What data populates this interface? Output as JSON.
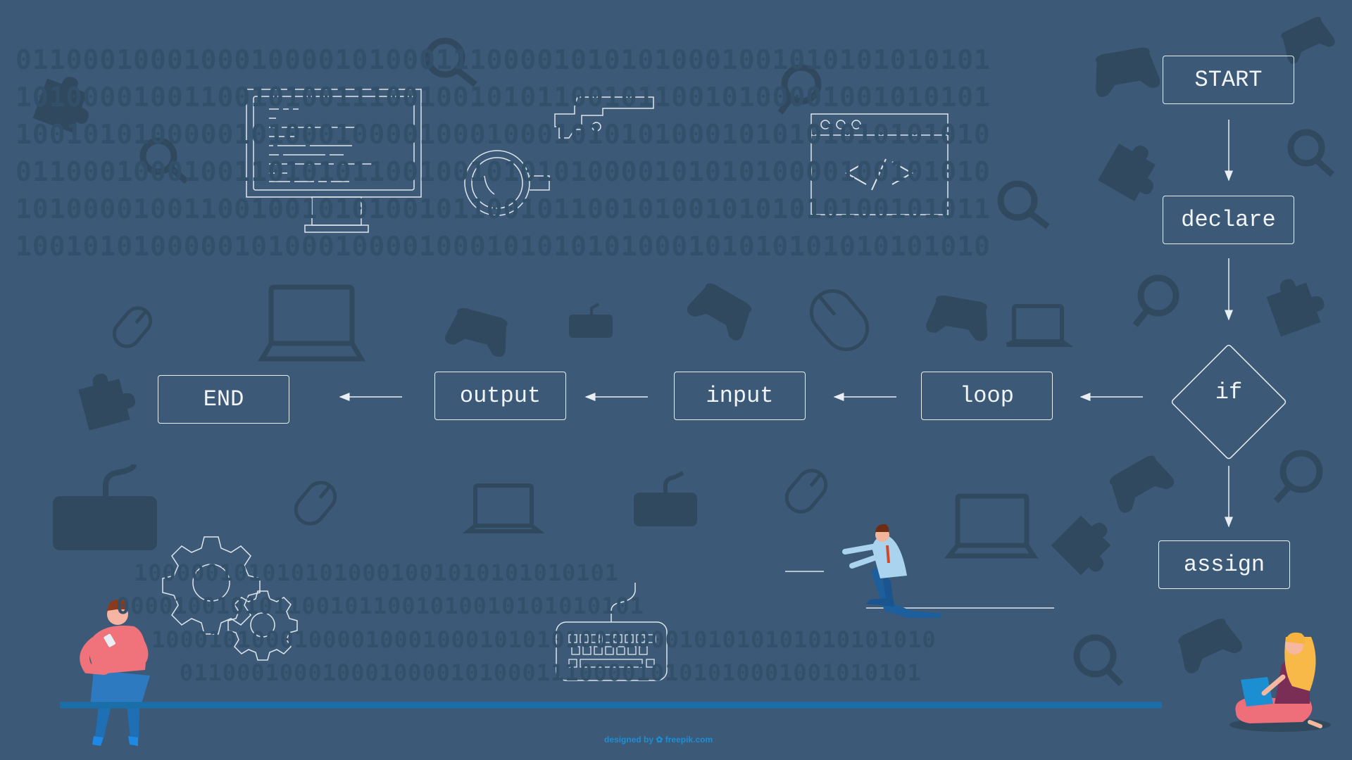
{
  "background_color": "#3c5a77",
  "accent_color": "#1a6fa8",
  "binary_rows_top": [
    "0110001000100010000101000111000010101010001001010101010101",
    "1010000100110010100111001001010110010110010100001001010101",
    "1001010100000101000100001000100010101010001010101010101010",
    "0110001000100110101011001001010101000010101010000100101010",
    "1010000100110010010101001011001011001010010101010100101011",
    "1001010100000101000100001000101010101000101010101010101010"
  ],
  "binary_rows_bottom": [
    "1000001010101010001001010101010101",
    "0000100101011001011001010010101010101",
    "1000101000100001000100010101010001000101010101010101010",
    "0110001000100010000101000111000010101010001001010101"
  ],
  "flowchart": {
    "start": "START",
    "declare": "declare",
    "condition": "if",
    "assign": "assign",
    "loop": "loop",
    "input": "input",
    "output": "output",
    "end": "END"
  },
  "icons": [
    "monitor-icon",
    "coffee-cup-icon",
    "code-window-icon",
    "puzzle-icon",
    "magnifier-icon",
    "gamepad-icon",
    "laptop-icon",
    "mouse-icon",
    "keyboard-icon",
    "gear-icon",
    "cable-icon"
  ],
  "credit": {
    "prefix": "designed by",
    "brand": "freepik.com"
  }
}
